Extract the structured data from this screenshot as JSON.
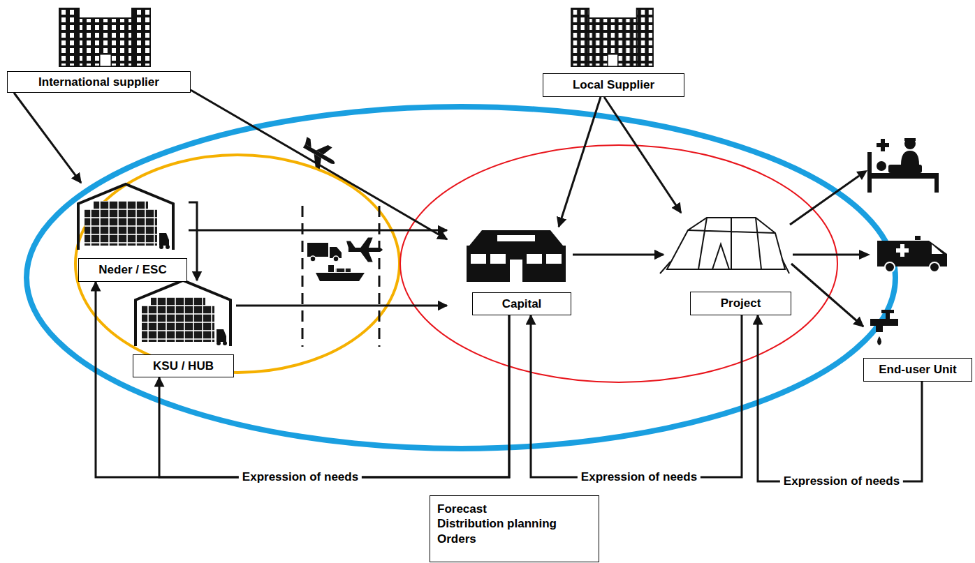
{
  "diagram": {
    "nodes": [
      {
        "text": [
          "International supplier"
        ]
      },
      {
        "text": [
          "Local Supplier"
        ]
      },
      {
        "text": [
          "Neder / ESC"
        ]
      },
      {
        "text": [
          "KSU / HUB"
        ]
      },
      {
        "text": [
          "Capital"
        ]
      },
      {
        "text": [
          "Project"
        ]
      },
      {
        "text": [
          "End-user Unit"
        ]
      },
      {
        "text": [
          "Forecast",
          "Distribution planning",
          "Orders"
        ]
      }
    ],
    "edges": [
      {
        "from": 0,
        "to": 2,
        "arrow": "to"
      },
      {
        "from": 0,
        "to": 4,
        "arrow": "to"
      },
      {
        "from": 1,
        "to": 4,
        "arrow": "to"
      },
      {
        "from": 1,
        "to": 5,
        "arrow": "to"
      },
      {
        "from": 2,
        "to": 3,
        "arrow": "to"
      },
      {
        "from": 2,
        "to": 4,
        "arrow": "to"
      },
      {
        "from": 3,
        "to": 4,
        "arrow": "to"
      },
      {
        "from": 4,
        "to": 5,
        "arrow": "to"
      },
      {
        "from": 5,
        "to": 6,
        "arrow": "to"
      },
      {
        "from": 4,
        "to": 2,
        "label": "Expression of needs",
        "arrow": "to"
      },
      {
        "from": 4,
        "to": 3,
        "arrow": "to"
      },
      {
        "from": 5,
        "to": 4,
        "label": "Expression of needs",
        "arrow": "to"
      },
      {
        "from": 6,
        "to": 5,
        "label": "Expression of needs",
        "arrow": "to"
      }
    ]
  }
}
